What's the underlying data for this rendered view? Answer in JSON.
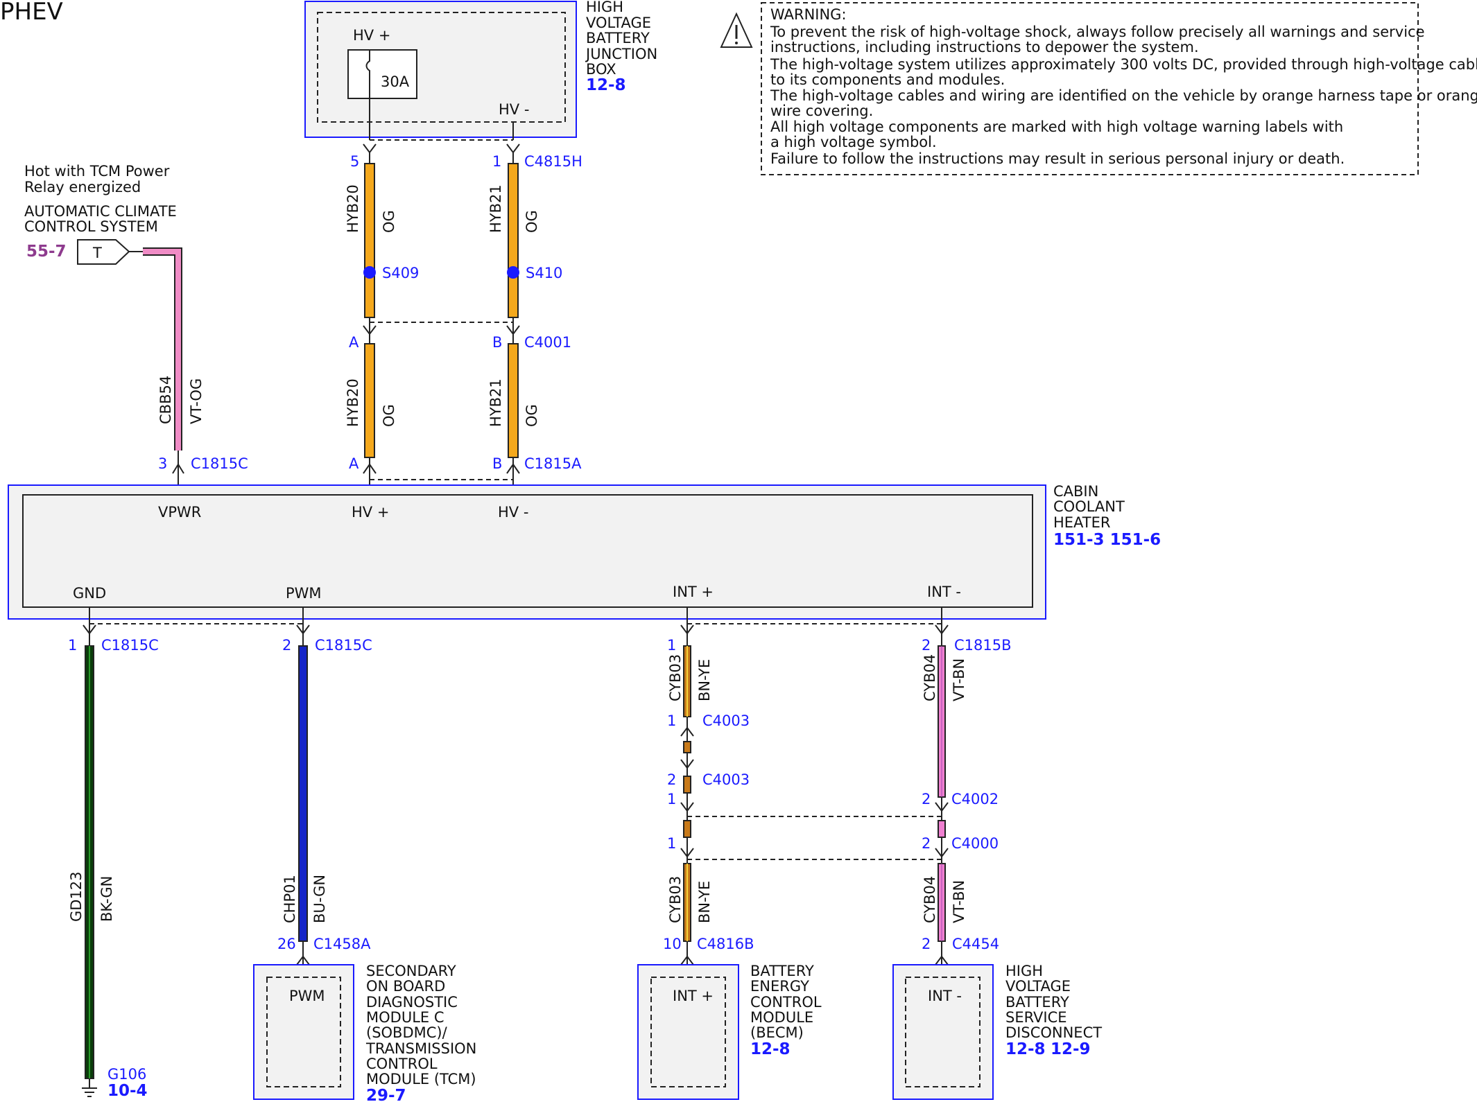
{
  "page": {
    "title": "PHEV"
  },
  "colors": {
    "connector": "#1a1aff",
    "orange": "#f4a81c",
    "pink": "#f08cc6",
    "violet_pink": "#ef7fd0",
    "black_green": "#0a3d0a",
    "blue": "#1626c8",
    "brown_yellow": "#c87a1a",
    "frame": "#1a1aff",
    "box_fill": "#f2f2f2",
    "splice": "#1a1aff"
  },
  "warning": {
    "heading": "WARNING:",
    "lines": [
      "To prevent the risk of high-voltage shock, always follow precisely all warnings and service",
      "instructions, including instructions to depower the system.",
      "The high-voltage system utilizes approximately 300 volts DC, provided through high-voltage cables",
      "to its components and modules.",
      "The high-voltage cables and wiring are identified on the vehicle by orange harness tape or orange",
      "wire covering.",
      "All high voltage components are marked with high voltage warning labels with",
      "a high voltage symbol.",
      "Failure to follow the instructions may result in serious personal injury or death."
    ],
    "icon": "warning-triangle-icon"
  },
  "junction_box": {
    "name_lines": [
      "HIGH",
      "VOLTAGE",
      "BATTERY",
      "JUNCTION",
      "BOX"
    ],
    "ref": "12-8",
    "hv_plus": "HV +",
    "hv_minus": "HV -",
    "fuse": "30A",
    "fuse_icon": "fuse-icon"
  },
  "climate": {
    "hot_lines": [
      "Hot with TCM Power",
      "Relay energized"
    ],
    "name_lines": [
      "AUTOMATIC CLIMATE",
      "CONTROL SYSTEM"
    ],
    "ref": "55-7",
    "tag": "T"
  },
  "heater": {
    "name_lines": [
      "CABIN",
      "COOLANT",
      "HEATER"
    ],
    "ref": "151-3 151-6",
    "vpwr": "VPWR",
    "hv_plus": "HV +",
    "hv_minus": "HV -",
    "gnd": "GND",
    "pwm": "PWM",
    "int_plus": "INT +",
    "int_minus": "INT -"
  },
  "upper_wires": {
    "hv_plus_top": {
      "pin": "5",
      "circuit": "HYB20",
      "color": "OG",
      "splice": "S409"
    },
    "hv_minus_top": {
      "pin": "1",
      "connector": "C4815H",
      "circuit": "HYB21",
      "color": "OG",
      "splice": "S410"
    },
    "mid_left_pin": "A",
    "mid_right_pin": "B",
    "mid_connector": "C4001",
    "hv_plus_bottom": {
      "circuit": "HYB20",
      "color": "OG"
    },
    "hv_minus_bottom": {
      "circuit": "HYB21",
      "color": "OG"
    },
    "heater_left_pin": "A",
    "heater_right_pin": "B",
    "heater_connector": "C1815A",
    "vpwr_wire": {
      "circuit": "CBB54",
      "color": "VT-OG",
      "pin": "3",
      "connector": "C1815C"
    }
  },
  "lower_wires": {
    "gnd": {
      "pin": "1",
      "connector": "C1815C",
      "circuit": "GD123",
      "color": "BK-GN",
      "ground": "G106",
      "ground_ref": "10-4",
      "ground_icon": "ground-icon"
    },
    "pwm": {
      "pin": "2",
      "connector": "C1815C",
      "circuit": "CHP01",
      "color": "BU-GN",
      "end_pin": "26",
      "end_connector": "C1458A"
    },
    "int_plus": {
      "pin": "1",
      "circuit_top": "CYB03",
      "color_top": "BN-YE",
      "c4003_a_pin": "1",
      "c4003_a": "C4003",
      "c4003_b_pin": "2",
      "c4003_b": "C4003",
      "inline_pin_1": "1",
      "inline_pin_2": "1",
      "circuit_bottom": "CYB03",
      "color_bottom": "BN-YE",
      "end_pin": "10",
      "end_connector": "C4816B"
    },
    "int_minus": {
      "pin": "2",
      "connector": "C1815B",
      "circuit_top": "CYB04",
      "color_top": "VT-BN",
      "c4002_pin": "2",
      "c4002": "C4002",
      "c4000_pin": "2",
      "c4000": "C4000",
      "circuit_bottom": "CYB04",
      "color_bottom": "VT-BN",
      "end_pin": "2",
      "end_connector": "C4454"
    }
  },
  "modules": {
    "tcm": {
      "pin_label": "PWM",
      "name_lines": [
        "SECONDARY",
        "ON BOARD",
        "DIAGNOSTIC",
        "MODULE C",
        "(SOBDMC)/",
        "TRANSMISSION",
        "CONTROL",
        "MODULE (TCM)"
      ],
      "ref": "29-7"
    },
    "becm": {
      "pin_label": "INT +",
      "name_lines": [
        "BATTERY",
        "ENERGY",
        "CONTROL",
        "MODULE",
        "(BECM)"
      ],
      "ref": "12-8"
    },
    "disconnect": {
      "pin_label": "INT -",
      "name_lines": [
        "HIGH",
        "VOLTAGE",
        "BATTERY",
        "SERVICE",
        "DISCONNECT"
      ],
      "ref1": "12-8",
      "ref2": "12-9"
    }
  }
}
